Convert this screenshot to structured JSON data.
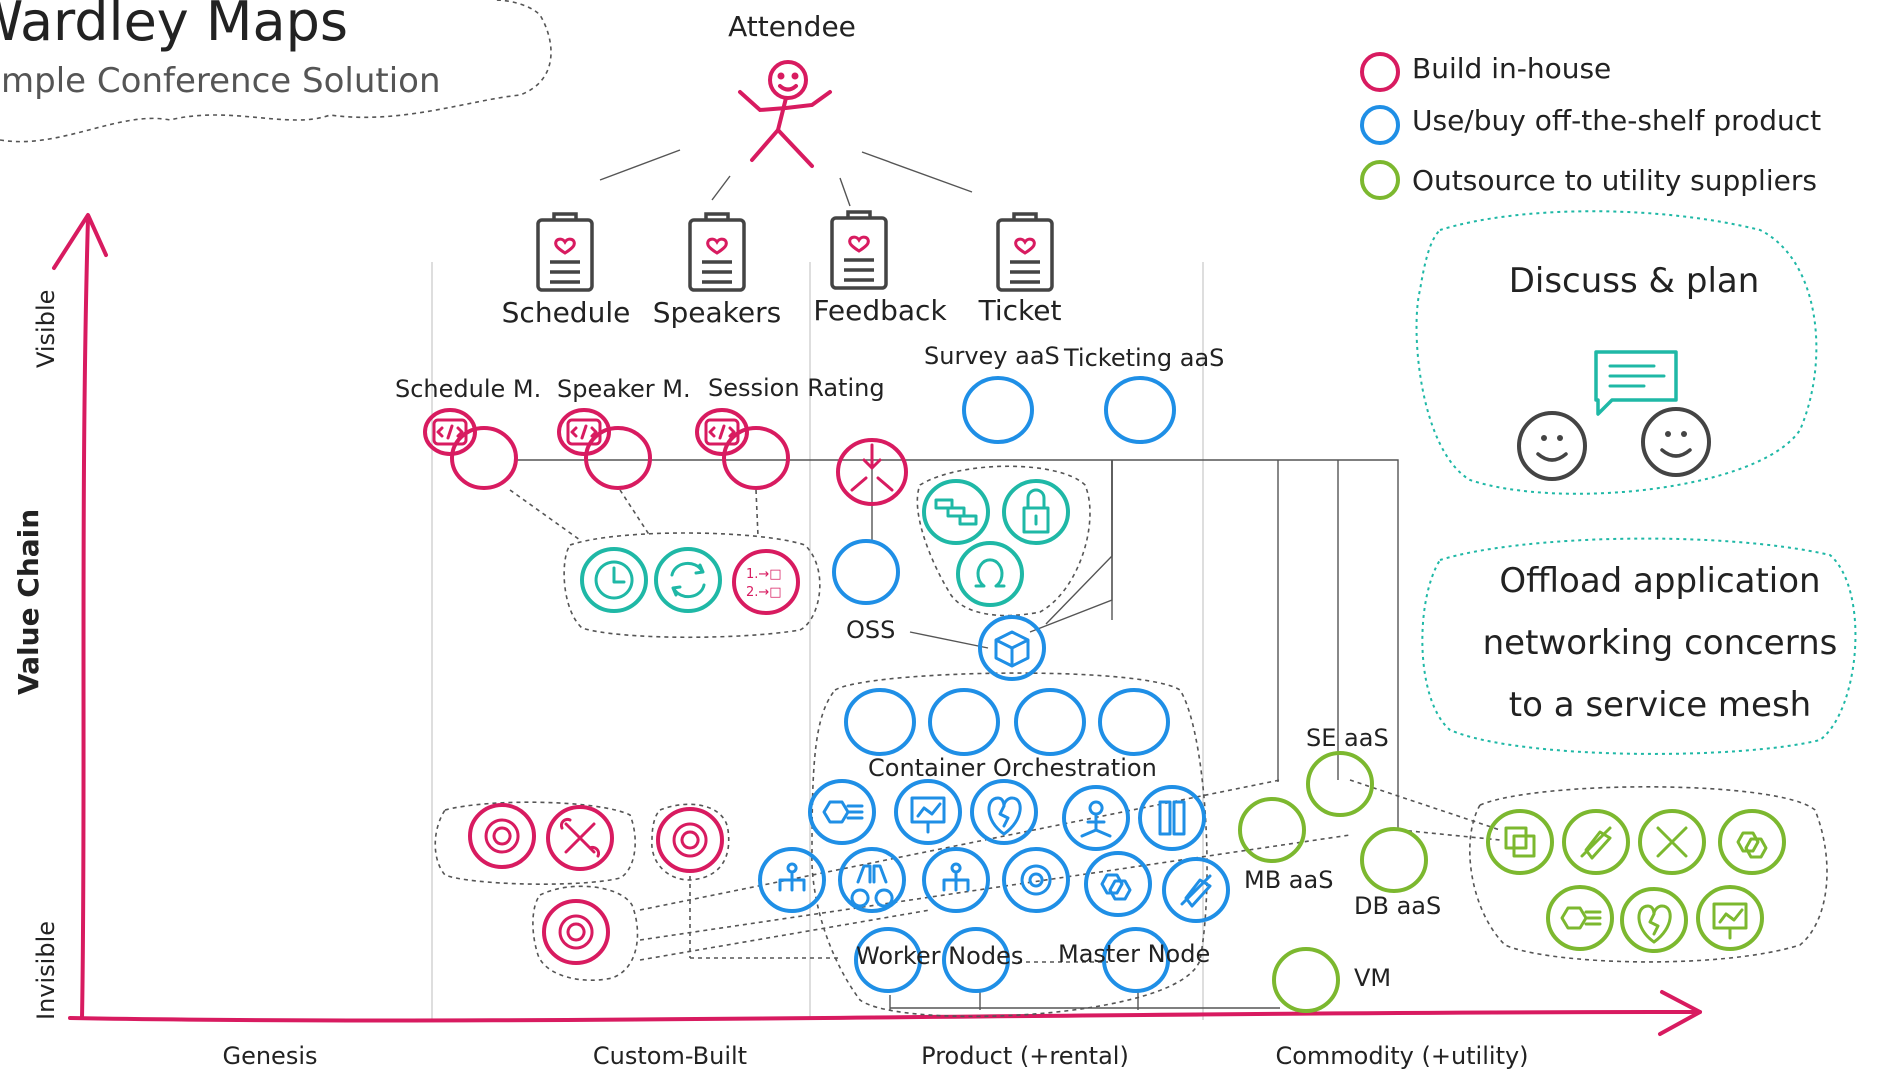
{
  "map": {
    "title": "Wardley Maps",
    "subtitle": "Simple Conference Solution"
  },
  "axes": {
    "y_label": "Value Chain",
    "y_top": "Visible",
    "y_bottom": "Invisible",
    "stages": [
      "Genesis",
      "Custom-Built",
      "Product (+rental)",
      "Commodity (+utility)"
    ]
  },
  "legend": {
    "items": [
      {
        "label": "Build in-house",
        "color": "#d81b60"
      },
      {
        "label": "Use/buy off-the-shelf product",
        "color": "#1f8fe6"
      },
      {
        "label": "Outsource to utility suppliers",
        "color": "#7cb82f"
      }
    ]
  },
  "user": {
    "label": "Attendee"
  },
  "needs": [
    {
      "label": "Schedule"
    },
    {
      "label": "Speakers"
    },
    {
      "label": "Feedback"
    },
    {
      "label": "Ticket"
    }
  ],
  "components": {
    "schedule_m": "Schedule M.",
    "speaker_m": "Speaker M.",
    "session_rating": "Session Rating",
    "survey_aas": "Survey aaS",
    "ticketing_aas": "Ticketing aaS",
    "oss": "OSS",
    "container_orchestration": "Container Orchestration",
    "se_aas": "SE aaS",
    "mb_aas": "MB aaS",
    "db_aas": "DB aaS",
    "vm": "VM",
    "worker_nodes": "Worker Nodes",
    "master_node": "Master Node"
  },
  "notes": {
    "discuss": "Discuss & plan",
    "offload": [
      "Offload application",
      "networking concerns",
      "to a  service mesh"
    ]
  },
  "colors": {
    "build": "#d81b60",
    "buy": "#1f8fe6",
    "outsource": "#7cb82f",
    "practice": "#1fb8a6",
    "note": "#1fb8a6"
  }
}
